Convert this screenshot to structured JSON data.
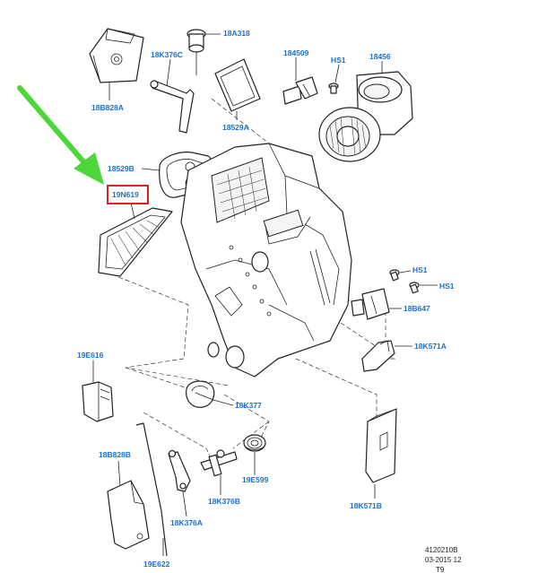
{
  "labels": {
    "l18A318": "18A318",
    "l18K376C": "18K376C",
    "l184509": "184509",
    "lHS1a": "HS1",
    "l18456": "18456",
    "l18B828A": "18B828A",
    "l18529A": "18529A",
    "l18529B": "18529B",
    "l19N619": "19N619",
    "lHS1b": "HS1",
    "lHS1c": "HS1",
    "l18B647": "18B647",
    "l18K571A": "18K571A",
    "l19E616": "19E616",
    "l18K377": "18K377",
    "l18B828B": "18B828B",
    "l19E599": "19E599",
    "l18K376B": "18K376B",
    "l18K571B": "18K571B",
    "l18K376A": "18K376A",
    "l19E622": "19E622"
  },
  "footer": {
    "ref": "4120210B",
    "date": "03-2015 12",
    "code": "T9"
  },
  "colors": {
    "label": "#1e6fc9",
    "arrow": "#4cd63a",
    "highlight_box": "#e02020",
    "line": "#222222"
  },
  "highlight": {
    "part": "19N619"
  }
}
